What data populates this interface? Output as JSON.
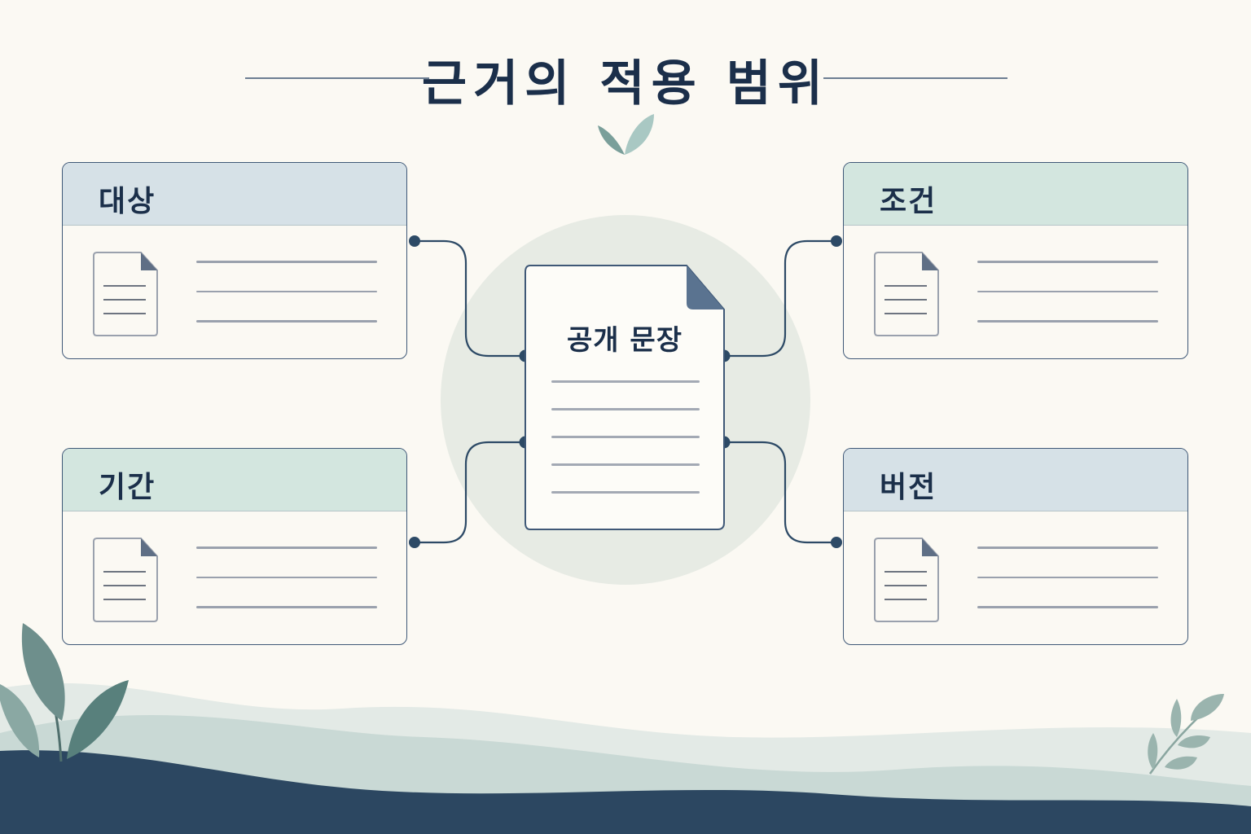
{
  "title": "근거의 적용 범위",
  "center": {
    "label": "공개 문장"
  },
  "cards": {
    "target": {
      "label": "대상"
    },
    "condition": {
      "label": "조건"
    },
    "period": {
      "label": "기간"
    },
    "version": {
      "label": "버전"
    }
  },
  "colors": {
    "navy": "#1b2f4a",
    "header_blue": "#d6e1e7",
    "header_green": "#d3e6df",
    "background": "#fbf9f3",
    "leaf": "#6e8f8c"
  },
  "icons": [
    "document-icon",
    "leaf-sprig-icon",
    "plant-icon"
  ]
}
